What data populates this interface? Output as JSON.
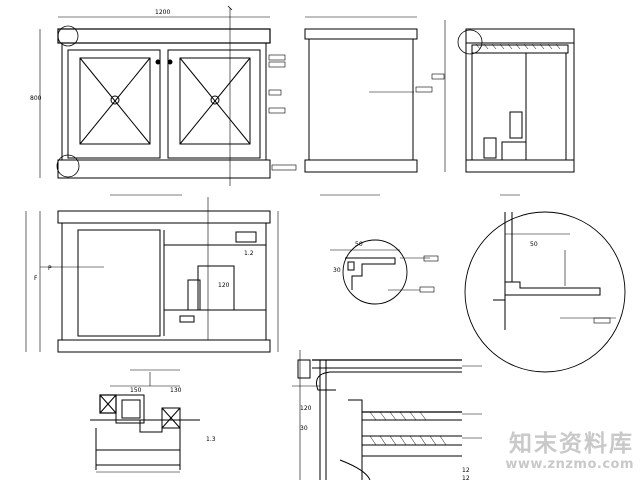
{
  "drawing": {
    "title": "",
    "colors": {
      "ink": "#000000",
      "watermark": "#c9c9c9",
      "background": "#ffffff"
    },
    "dims": {
      "a": "50",
      "b": "30",
      "c": "150",
      "d": "120",
      "e": "1.2",
      "f": "1.3",
      "g": "120",
      "h": "P",
      "i": "F",
      "j": "12",
      "k": "130",
      "l": "30",
      "m": "50",
      "n": "800",
      "o": "1200",
      "p": "12"
    }
  },
  "watermark": {
    "main": "知末资料库",
    "url": "www.znzmo.com"
  }
}
